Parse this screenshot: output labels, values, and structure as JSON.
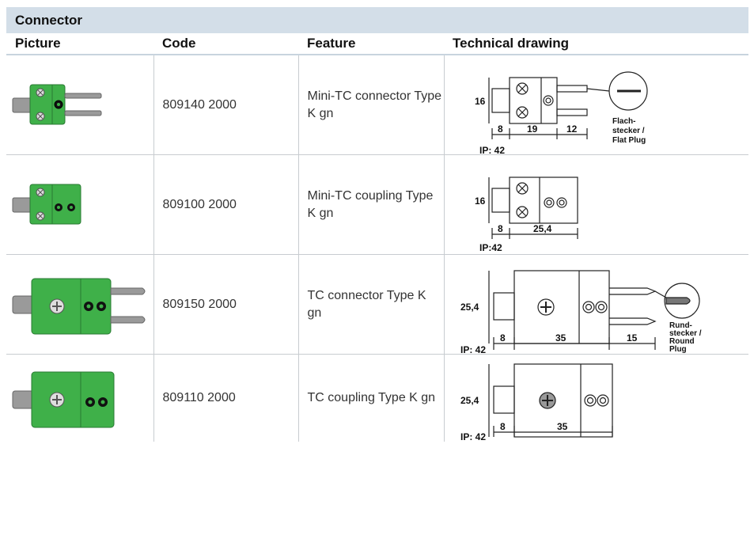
{
  "section_title": "Connector",
  "columns": [
    "Picture",
    "Code",
    "Feature",
    "Technical drawing"
  ],
  "rows": [
    {
      "code": "809140 2000",
      "feature": "Mini-TC connector Type K gn",
      "drawing": {
        "height": "16",
        "dims": [
          "8",
          "19",
          "12"
        ],
        "plug_label_1": "Flach-",
        "plug_label_2": "stecker /",
        "plug_label_3": "Flat Plug",
        "ip": "IP: 42"
      }
    },
    {
      "code": "809100 2000",
      "feature": "Mini-TC coupling Type K gn",
      "drawing": {
        "height": "16",
        "dims": [
          "8",
          "25,4"
        ],
        "ip": "IP:42"
      }
    },
    {
      "code": "809150 2000",
      "feature": "TC connector Type K gn",
      "drawing": {
        "height": "25,4",
        "dims": [
          "8",
          "35",
          "15"
        ],
        "plug_label_1": "Rund-",
        "plug_label_2": "stecker /",
        "plug_label_3": "Round",
        "plug_label_4": "Plug",
        "ip": "IP: 42"
      }
    },
    {
      "code": "809110 2000",
      "feature": "TC coupling Type K gn",
      "drawing": {
        "height": "25,4",
        "dims": [
          "8",
          "35"
        ],
        "ip": "IP: 42"
      }
    }
  ],
  "colors": {
    "header_bg": "#d3dee8",
    "connector_green": "#3fb049",
    "plug_grey": "#9a9a9a"
  }
}
